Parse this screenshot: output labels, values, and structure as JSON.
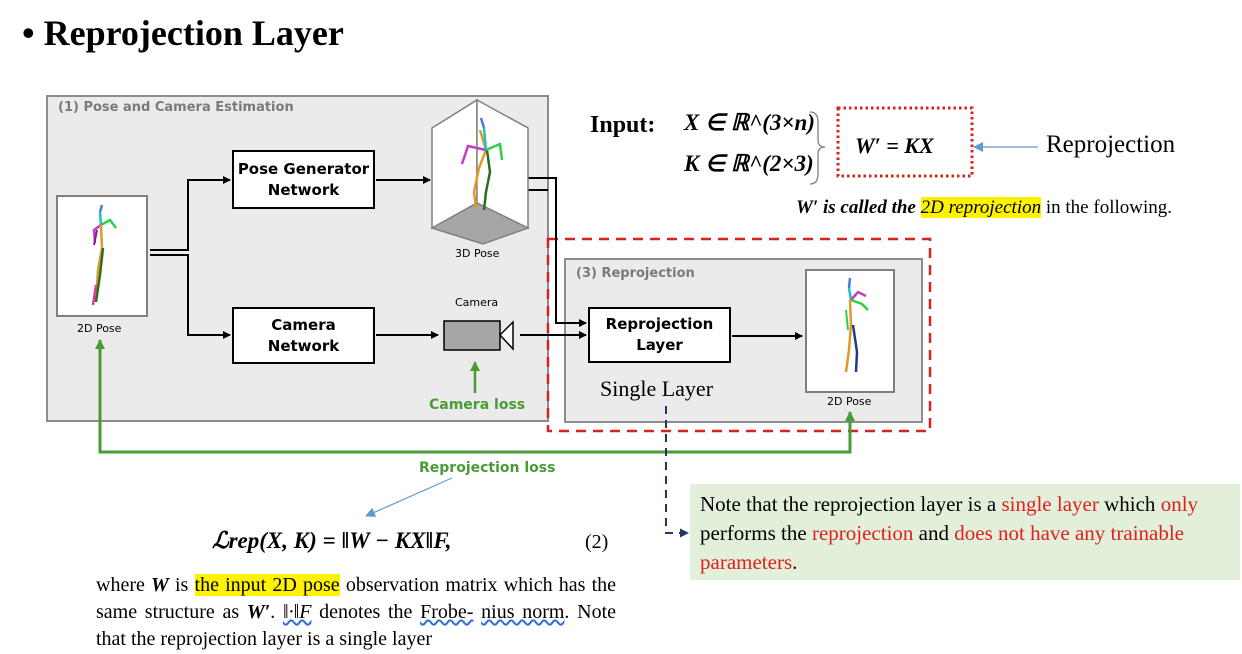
{
  "slide": {
    "title": "• Reprojection  Layer"
  },
  "estimation_panel": {
    "label": "(1) Pose and Camera Estimation",
    "pose_generator": "Pose Generator Network",
    "camera_network": "Camera Network",
    "input_caption": "2D Pose",
    "pose3d_caption": "3D Pose",
    "camera_caption": "Camera",
    "camera_loss": "Camera loss"
  },
  "reprojection_panel": {
    "label": "(3) Reprojection",
    "layer": "Reprojection Layer",
    "output_caption": "2D Pose",
    "single_layer": "Single Layer"
  },
  "reprojection_loss": "Reprojection loss",
  "input_block": {
    "input_label": "Input:",
    "x_def": "X ∈ ℝ^(3×n)",
    "k_def": "K ∈ ℝ^(2×3)",
    "equation": "W′ = KX",
    "arrow_label": "Reprojection",
    "called_pre": "W′ is called the ",
    "called_hl": "2D reprojection",
    "called_post": " in the following."
  },
  "loss_equation": {
    "formula": "ℒrep(X, K) = ‖W − KX‖F,",
    "number": "(2)"
  },
  "paragraph": {
    "p1": "where ",
    "w": "W",
    "p2": " is ",
    "hl": "the input 2D pose",
    "p3": " observation matrix which has the same structure as ",
    "wp": "W′",
    "p4": ". ",
    "norm": "‖·‖F",
    "p5": " denotes the ",
    "frob1": "Frobe-",
    "frob2": "nius norm",
    "p6": ". Note that the reprojection layer is a single layer"
  },
  "note": {
    "t1": "Note that the reprojection layer is a ",
    "r1": "single layer",
    "t2": " which ",
    "r2": "only",
    "t3": " performs the ",
    "r3": "reprojection",
    "t4": " and ",
    "r4": "does not have any trainable parameters",
    "t5": "."
  },
  "colors": {
    "green": "#4a9a35",
    "red": "#e0201e",
    "highlight": "#fff200",
    "note_bg": "#e2efda",
    "arrow_blue": "#5b9bd5",
    "dash_navy": "#1f3864"
  }
}
